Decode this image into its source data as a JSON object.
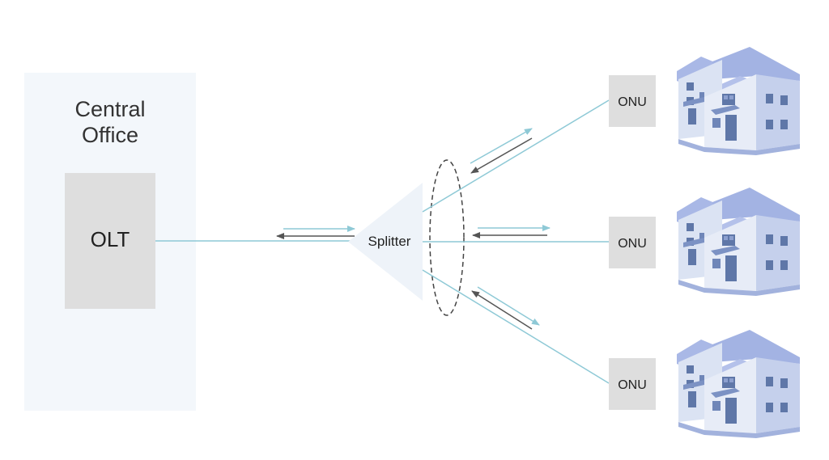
{
  "central_office": {
    "label_line1": "Central",
    "label_line2": "Office"
  },
  "olt": {
    "label": "OLT"
  },
  "splitter": {
    "label": "Splitter"
  },
  "onus": [
    {
      "label": "ONU"
    },
    {
      "label": "ONU"
    },
    {
      "label": "ONU"
    }
  ],
  "colors": {
    "fiber": "#8ec9d6",
    "office_bg": "#f3f7fb",
    "box_fill": "#dedede",
    "arrow_dark": "#555555",
    "house_light": "#dbe3f3",
    "house_mid": "#a7b6e3",
    "house_dark": "#5f77a8"
  }
}
